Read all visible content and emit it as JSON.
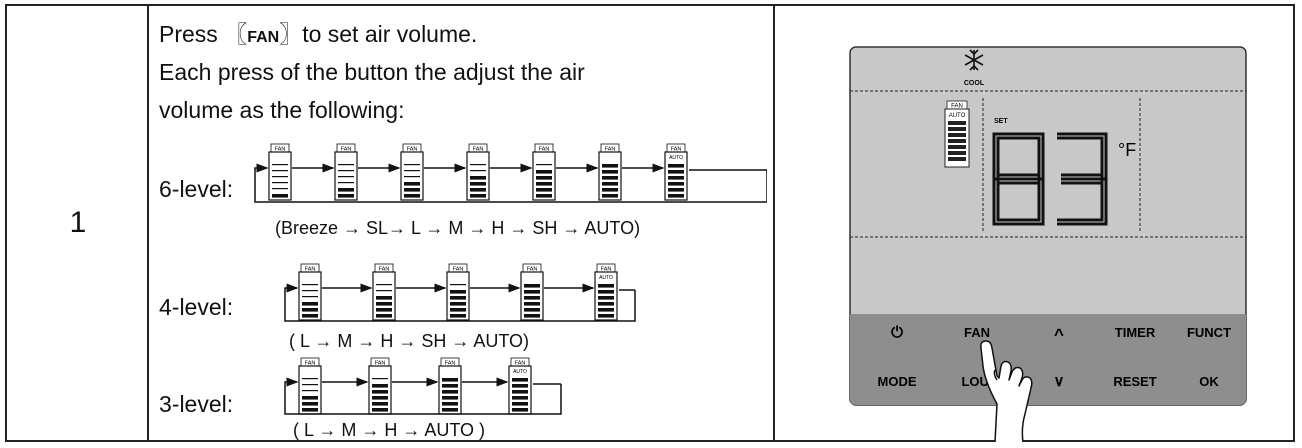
{
  "step": {
    "number": "1"
  },
  "instructions": {
    "line1_pre": "Press",
    "bracket_open": "〖",
    "fan_key": "FAN",
    "bracket_close": "〗",
    "line1_post": "to set air volume.",
    "line2": "Each press of the button the adjust the air",
    "line3": "volume as the following:"
  },
  "levels": [
    {
      "label": "6-level:",
      "sequence": "(Breeze → SL→ L → M → H → SH → AUTO)",
      "bars": [
        1,
        2,
        3,
        4,
        5,
        6,
        7
      ]
    },
    {
      "label": "4-level:",
      "sequence": "( L →  M →  H  →  SH → AUTO)",
      "bars": [
        3,
        4,
        5,
        6,
        7
      ]
    },
    {
      "label": "3-level:",
      "sequence": "( L → M →  H → AUTO )",
      "bars": [
        3,
        5,
        6,
        7
      ]
    }
  ],
  "icon_text": {
    "fan": "FAN",
    "auto": "AUTO"
  },
  "display": {
    "mode_text": "COOL",
    "fan_label": "FAN",
    "auto_label": "AUTO",
    "set_label": "SET",
    "temperature": "83",
    "unit": "°F"
  },
  "buttons": {
    "power": "⏻",
    "fan": "FAN",
    "up": "^",
    "timer": "TIMER",
    "funct": "FUNCT",
    "mode": "MODE",
    "lou": "LOU.",
    "down": "∨",
    "reset": "RESET",
    "ok": "OK"
  },
  "colors": {
    "lcd": "#c8c8c8",
    "panel": "#8e8e8e",
    "border": "#222222"
  }
}
